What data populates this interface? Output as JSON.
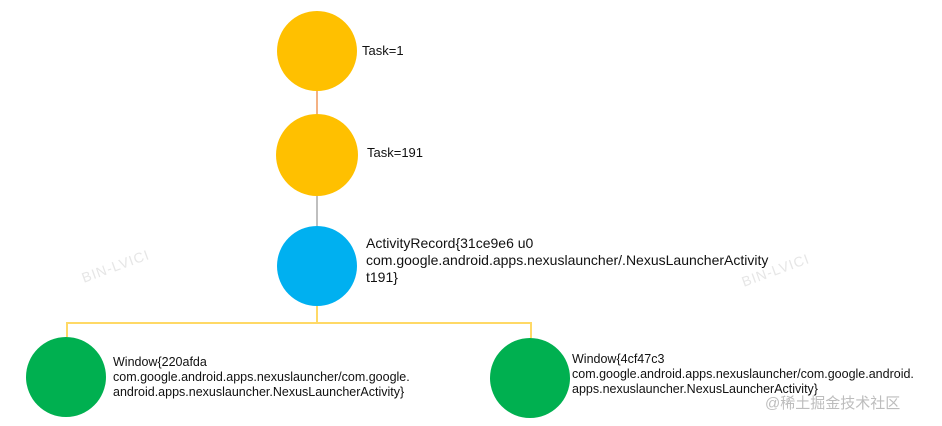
{
  "diagram": {
    "type": "tree",
    "nodes": [
      {
        "id": "task-1",
        "label": "Task=1",
        "color": "#FFC000"
      },
      {
        "id": "task-191",
        "label": "Task=191",
        "color": "#FFC000"
      },
      {
        "id": "activity-record",
        "label_lines": [
          "ActivityRecord{31ce9e6 u0",
          "com.google.android.apps.nexuslauncher/.NexusLauncherActivity",
          "t191}"
        ],
        "color": "#00B0F0"
      },
      {
        "id": "window-220afda",
        "label_lines": [
          "Window{220afda",
          "com.google.android.apps.nexuslauncher/com.google.",
          "android.apps.nexuslauncher.NexusLauncherActivity}"
        ],
        "color": "#00B050"
      },
      {
        "id": "window-4cf47c3",
        "label_lines": [
          "Window{4cf47c3",
          "com.google.android.apps.nexuslauncher/com.google.android.",
          "apps.nexuslauncher.NexusLauncherActivity}"
        ],
        "color": "#00B050"
      }
    ],
    "edges": [
      {
        "from": "task-1",
        "to": "task-191",
        "color": "#F4B183"
      },
      {
        "from": "task-191",
        "to": "activity-record",
        "color": "#BFBFBF"
      },
      {
        "from": "activity-record",
        "to": "window-220afda",
        "color": "#FFD966"
      },
      {
        "from": "activity-record",
        "to": "window-4cf47c3",
        "color": "#FFD966"
      }
    ]
  },
  "watermarks": {
    "left": "BIN-LVICI",
    "right": "BIN-LVICI",
    "footer": "@稀土掘金技术社区"
  }
}
